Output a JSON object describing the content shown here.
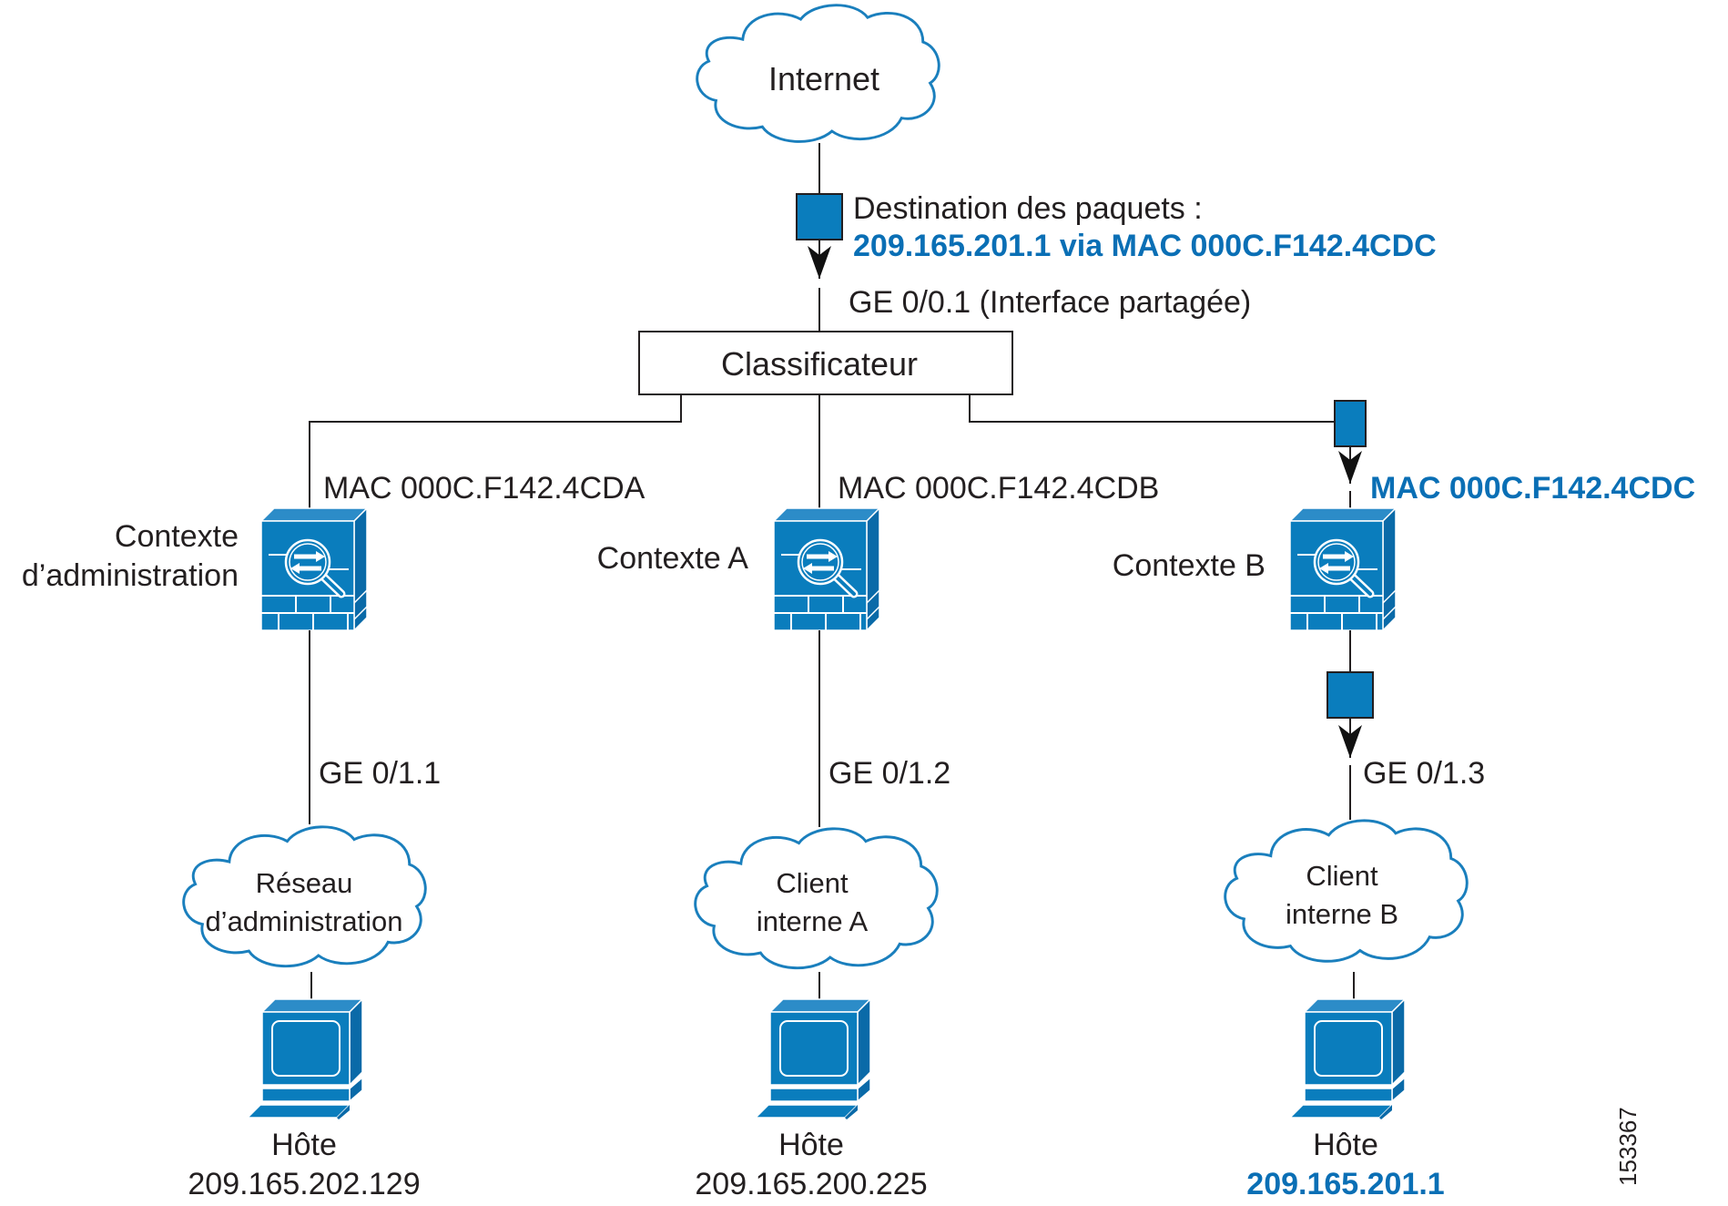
{
  "colors": {
    "accent": "#0a6fb5",
    "device": "#0a7dbd",
    "cloud_outline": "#1a7fbd",
    "text": "#231f20"
  },
  "internet": {
    "label": "Internet",
    "icon": "cloud-icon"
  },
  "packet_in": {
    "title": "Destination des paquets :",
    "detail": "209.165.201.1 via MAC 000C.F142.4CDC",
    "icon": "packet-icon"
  },
  "shared_interface": {
    "label": "GE 0/0.1 (Interface partagée)"
  },
  "classifier": {
    "label": "Classificateur"
  },
  "contexts": [
    {
      "name_line1": "Contexte",
      "name_line2": "d’administration",
      "mac": "MAC 000C.F142.4CDA",
      "mac_highlighted": false,
      "interface": "GE 0/1.1",
      "network_line1": "Réseau",
      "network_line2": "d’administration",
      "host_label": "Hôte",
      "host_ip": "209.165.202.129",
      "host_ip_highlighted": false,
      "icon": "firewall-icon"
    },
    {
      "name_line1": "Contexte A",
      "name_line2": "",
      "mac": "MAC 000C.F142.4CDB",
      "mac_highlighted": false,
      "interface": "GE 0/1.2",
      "network_line1": "Client",
      "network_line2": "interne A",
      "host_label": "Hôte",
      "host_ip": "209.165.200.225",
      "host_ip_highlighted": false,
      "icon": "firewall-icon"
    },
    {
      "name_line1": "Contexte B",
      "name_line2": "",
      "mac": "MAC 000C.F142.4CDC",
      "mac_highlighted": true,
      "interface": "GE 0/1.3",
      "network_line1": "Client",
      "network_line2": "interne B",
      "host_label": "Hôte",
      "host_ip": "209.165.201.1",
      "host_ip_highlighted": true,
      "icon": "firewall-icon"
    }
  ],
  "figure_id": "153367"
}
